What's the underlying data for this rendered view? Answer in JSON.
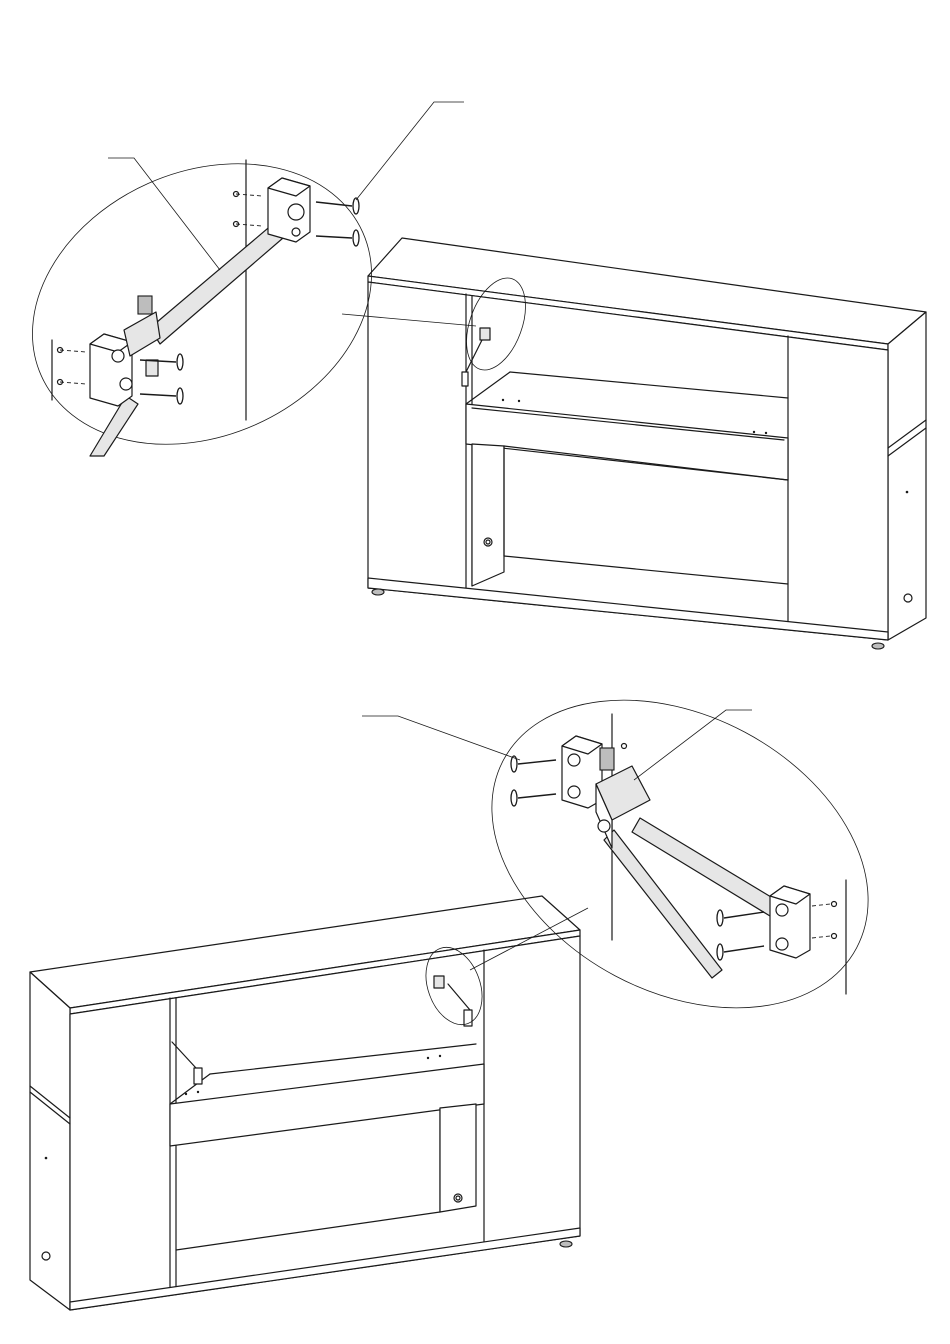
{
  "diagram": {
    "kind": "furniture assembly instruction",
    "steps": [
      {
        "name": "upper-step",
        "parts": [
          "sideboard",
          "hanging-rail",
          "rail-brackets",
          "screws"
        ]
      },
      {
        "name": "lower-step",
        "parts": [
          "sideboard",
          "hanging-rail",
          "rail-brackets",
          "screws"
        ]
      }
    ],
    "icons": [
      "screw-icon",
      "rail-bracket-icon",
      "hanging-rail-icon",
      "detail-callout-icon",
      "leader-line-icon"
    ]
  }
}
